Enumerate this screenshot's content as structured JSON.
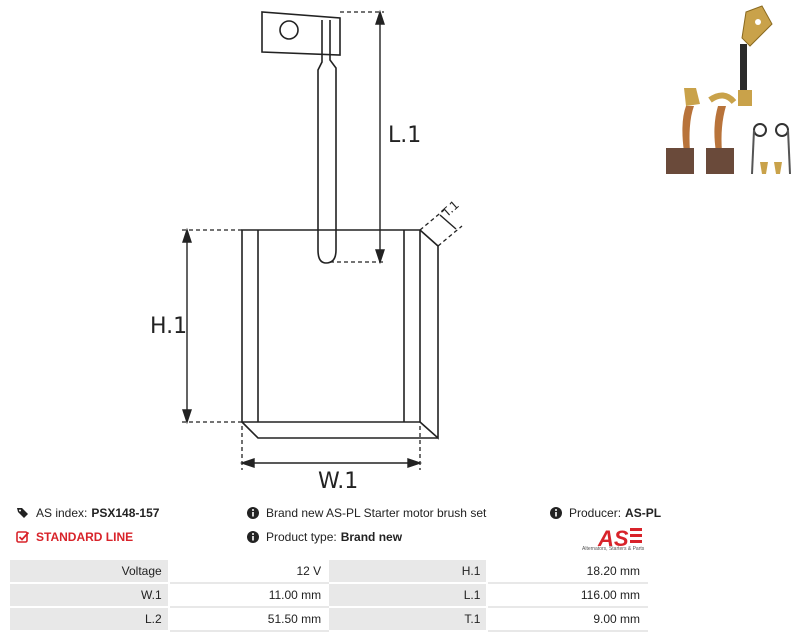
{
  "diagram": {
    "labels": {
      "l1": "L.1",
      "h1": "H.1",
      "w1": "W.1",
      "t1": "T.1"
    }
  },
  "info": {
    "as_index_label": "AS index:",
    "as_index_value": "PSX148-157",
    "standard_line": "STANDARD LINE",
    "description": "Brand new AS-PL Starter motor brush set",
    "product_type_label": "Product type:",
    "product_type_value": "Brand new",
    "producer_label": "Producer:",
    "producer_value": "AS-PL"
  },
  "logo": {
    "text": "AS",
    "tagline": "Alternators, Starters & Parts"
  },
  "specs": [
    {
      "k1": "Voltage",
      "v1": "12 V",
      "k2": "H.1",
      "v2": "18.20 mm"
    },
    {
      "k1": "W.1",
      "v1": "11.00 mm",
      "k2": "L.1",
      "v2": "116.00 mm"
    },
    {
      "k1": "L.2",
      "v1": "51.50 mm",
      "k2": "T.1",
      "v2": "9.00 mm"
    }
  ],
  "colors": {
    "brand_red": "#d8232a",
    "label_bg": "#e8e8e8",
    "copper": "#b8733a",
    "carbon": "#6a4a3a",
    "brass": "#c9a24a"
  },
  "icons": {
    "index": "tags-icon",
    "standard": "checkbox-icon",
    "info": "info-circle-icon"
  }
}
